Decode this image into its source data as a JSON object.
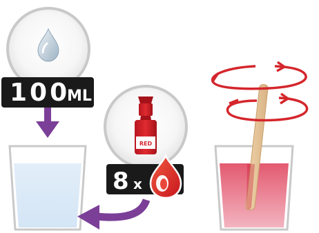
{
  "steps": {
    "water": {
      "amount_number": "100",
      "amount_unit": "ML",
      "icon": "water-drop-icon"
    },
    "dye": {
      "count_number": "8",
      "count_symbol": "x",
      "bottle_label": "RED",
      "icon": "red-drop-icon"
    },
    "stir": {
      "icon": "rotation-arrows-icon"
    }
  },
  "colors": {
    "label_bg": "#1a1a1a",
    "arrow_purple": "#7b3f98",
    "red_accent": "#d4262c",
    "water": "#dbe9f6",
    "red_liquid": "#e06a7d",
    "stick": "#e8c9a0"
  }
}
